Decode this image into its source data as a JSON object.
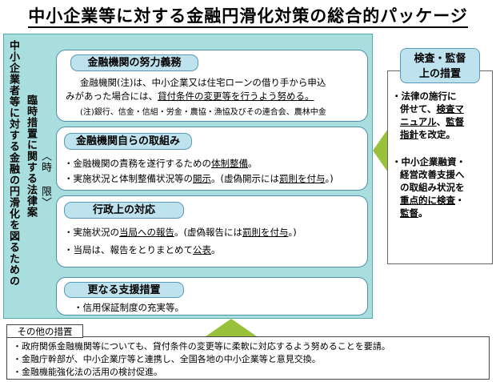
{
  "title": "中小企業等に対する金融円滑化対策の総合的パッケージ",
  "left_column": {
    "main_vertical": "中小企業者等に対する金融の円滑化を図るための",
    "sub_vertical_1": "臨時措置に関する法律案",
    "sub_vertical_2": "〈時 限〉"
  },
  "sections": {
    "efforts": {
      "heading": "金融機関の努力義務",
      "line1": "金融機関(注)は、中小企業又は住宅ローンの借り手から申込",
      "line2_a": "みがあった場合には、",
      "line2_b": "貸付条件の変更等を行うよう努める。",
      "note": "(注)銀行、信金・信組・労金・農協・漁協及びその連合会、農林中金"
    },
    "initiatives": {
      "heading": "金融機関自らの取組み",
      "line1_a": "・金融機関の責務を遂行するための",
      "line1_b": "体制整備",
      "line1_c": "。",
      "line2_a": "・実施状況と体制整備状況等の",
      "line2_b": "開示",
      "line2_c": "。(虚偽開示には",
      "line2_d": "罰則を付与",
      "line2_e": "。)"
    },
    "admin": {
      "heading": "行政上の対応",
      "line1_a": "・実施状況の",
      "line1_b": "当局への報告",
      "line1_c": "。(虚偽報告には",
      "line1_d": "罰則を付与",
      "line1_e": "。)",
      "line2_a": "・当局は、報告をとりまとめて",
      "line2_b": "公表",
      "line2_c": "。"
    },
    "support": {
      "heading": "更なる支援措置",
      "line1": "・信用保証制度の充実等。"
    }
  },
  "right_panel": {
    "heading_1": "検査・監督",
    "heading_2": "上の措置",
    "p1_a": "・法律の施行に",
    "p1_b": "併せて、",
    "p1_c": "検査マ",
    "p1_d": "ニュアル",
    "p1_e": "、",
    "p1_f": "監督",
    "p1_g": "指針",
    "p1_h": "を改定。",
    "p2_a": "・中小企業融資・",
    "p2_b": "経営改善支援へ",
    "p2_c": "の取組み状況を",
    "p2_d": "重点的に検査",
    "p2_e": "・",
    "p2_f": "監督",
    "p2_g": "。"
  },
  "other_measures": {
    "label": "その他の措置",
    "item1": "・政府関係金融機関等についても、貸付条件の変更等に柔軟に対応するよう努めることを要請。",
    "item2": "・金融庁幹部が、中小企業庁等と連携し、全国各地の中小企業等と意見交換。",
    "item3": "・金融機能強化法の活用の検討促進。"
  },
  "colors": {
    "outer_panel": "#a9dede",
    "heading_pill": "#bfe3ee",
    "arrow": "#99c13c"
  }
}
